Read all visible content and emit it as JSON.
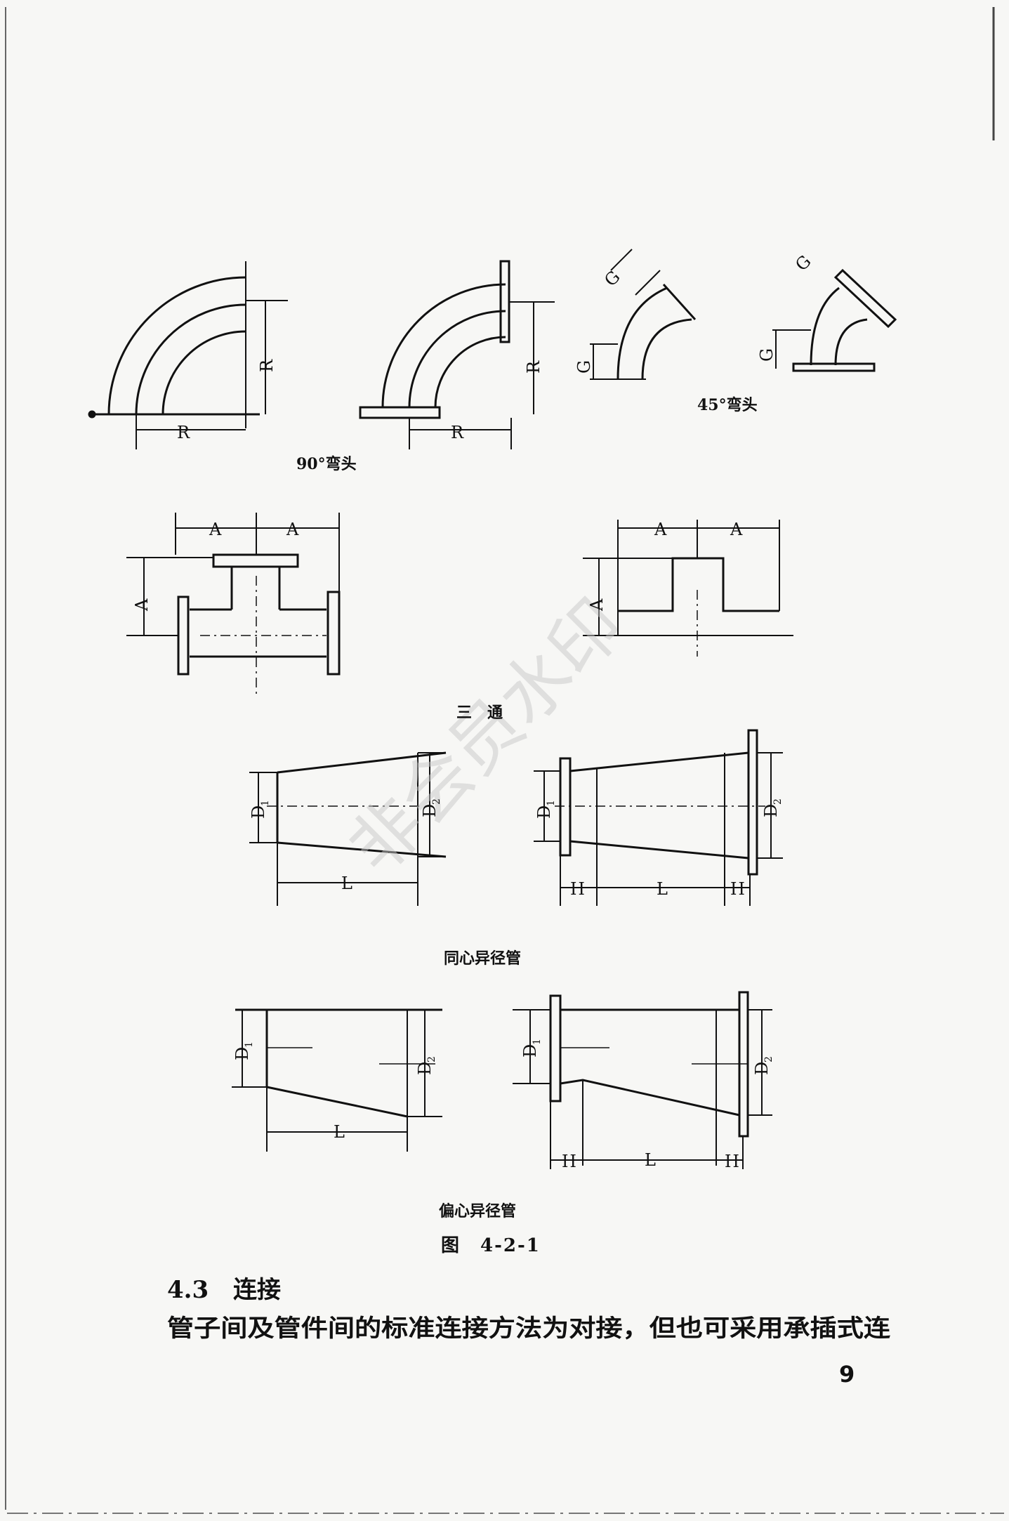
{
  "labels": {
    "R": "R",
    "G": "G",
    "A": "A",
    "D": "D",
    "D1_sub": "1",
    "D2_sub": "2",
    "L": "L",
    "H": "H"
  },
  "captions": {
    "elbow_90": "90°弯头",
    "elbow_45": "45°弯头",
    "tee": "三　通",
    "concentric_reducer": "同心异径管",
    "eccentric_reducer": "偏心异径管",
    "figure": "图　4-2-1"
  },
  "watermark": "非会员水印",
  "section": {
    "number": "4.3",
    "title": "连接"
  },
  "body_text": "管子间及管件间的标准连接方法为对接，但也可采用承插式连",
  "page_number": "9"
}
